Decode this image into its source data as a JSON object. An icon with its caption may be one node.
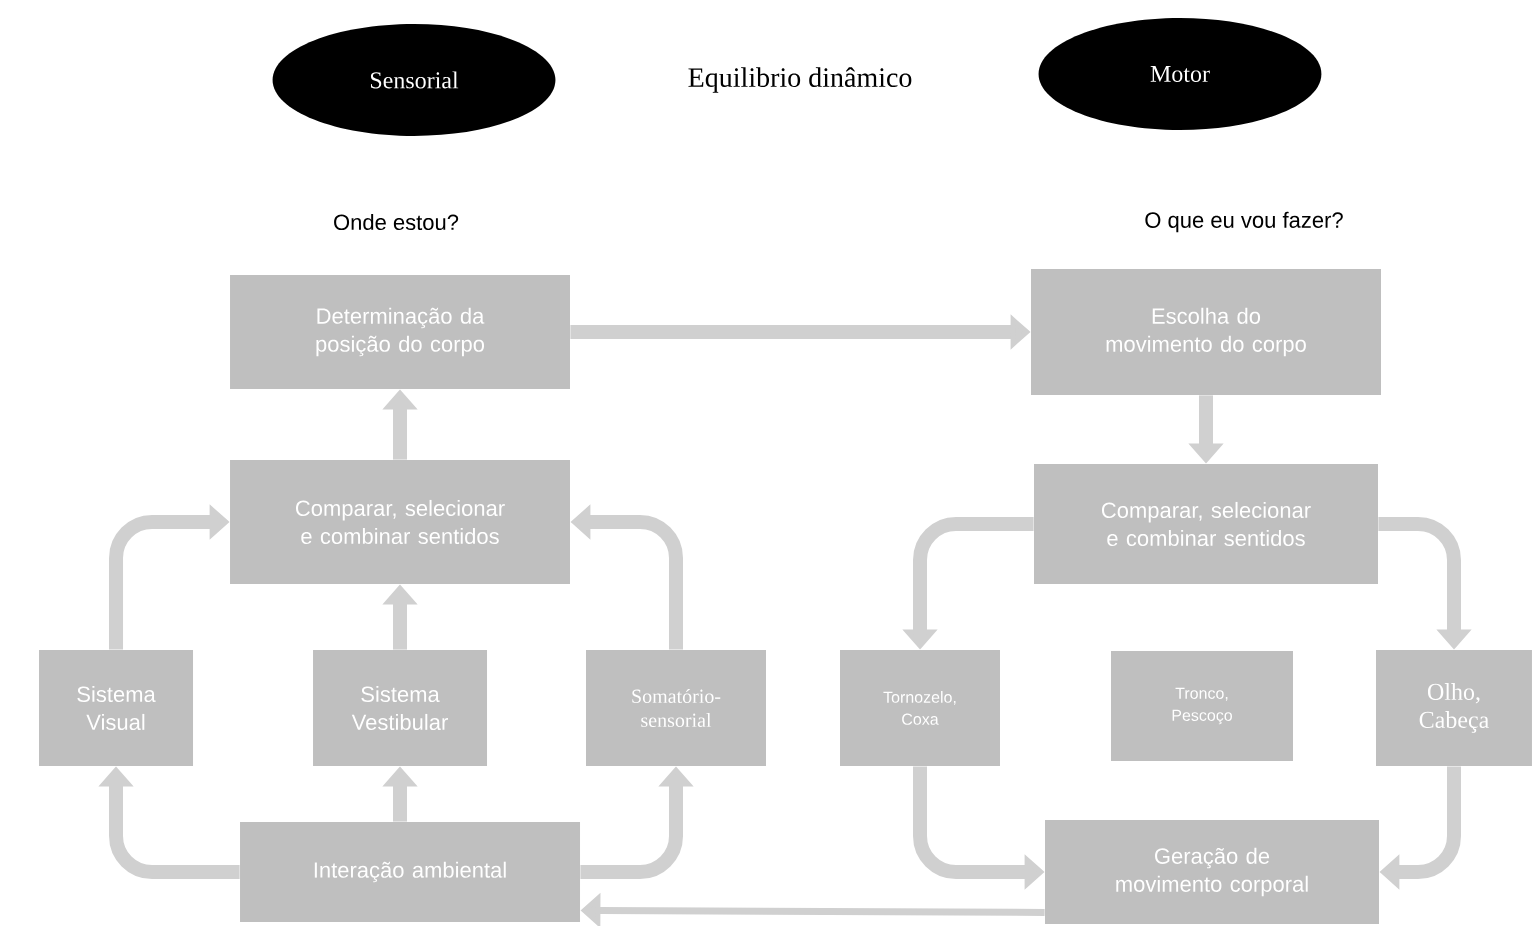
{
  "diagram": {
    "title": "Equilibrio dinâmico",
    "nodes": [
      {
        "text": [
          "Sensorial"
        ]
      },
      {
        "text": [
          "Motor"
        ]
      },
      {
        "text": [
          "Determinação da posição do corpo"
        ]
      },
      {
        "text": [
          "Escolha do movimento do corpo"
        ]
      },
      {
        "text": [
          "Comparar, selecionar e combinar sentidos"
        ]
      },
      {
        "text": [
          "Comparar, selecionar e combinar sentidos"
        ]
      },
      {
        "text": [
          "Sistema Visual"
        ]
      },
      {
        "text": [
          "Sistema Vestibular"
        ]
      },
      {
        "text": [
          "Somatório-sensorial"
        ]
      },
      {
        "text": [
          "Tornozelo, Coxa"
        ]
      },
      {
        "text": [
          "Tronco, Pescoço"
        ]
      },
      {
        "text": [
          "Olho, Cabeça"
        ]
      },
      {
        "text": [
          "Interação ambiental"
        ]
      },
      {
        "text": [
          "Geração de movimento corporal"
        ]
      }
    ],
    "edges": [
      {
        "from": 2,
        "to": 3,
        "arrow": "to"
      },
      {
        "from": 3,
        "to": 5,
        "arrow": "to"
      },
      {
        "from": 4,
        "to": 2,
        "arrow": "to"
      },
      {
        "from": 6,
        "to": 4,
        "arrow": "to"
      },
      {
        "from": 7,
        "to": 4,
        "arrow": "to"
      },
      {
        "from": 8,
        "to": 4,
        "arrow": "to"
      },
      {
        "from": 12,
        "to": 6,
        "arrow": "to"
      },
      {
        "from": 12,
        "to": 7,
        "arrow": "to"
      },
      {
        "from": 12,
        "to": 8,
        "arrow": "to"
      },
      {
        "from": 5,
        "to": 9,
        "arrow": "to"
      },
      {
        "from": 5,
        "to": 11,
        "arrow": "to"
      },
      {
        "from": 9,
        "to": 13,
        "arrow": "to"
      },
      {
        "from": 11,
        "to": 13,
        "arrow": "to"
      },
      {
        "from": 13,
        "to": 12,
        "arrow": "to"
      }
    ],
    "labels": [
      "Onde estou?",
      "O que eu vou fazer?"
    ]
  }
}
